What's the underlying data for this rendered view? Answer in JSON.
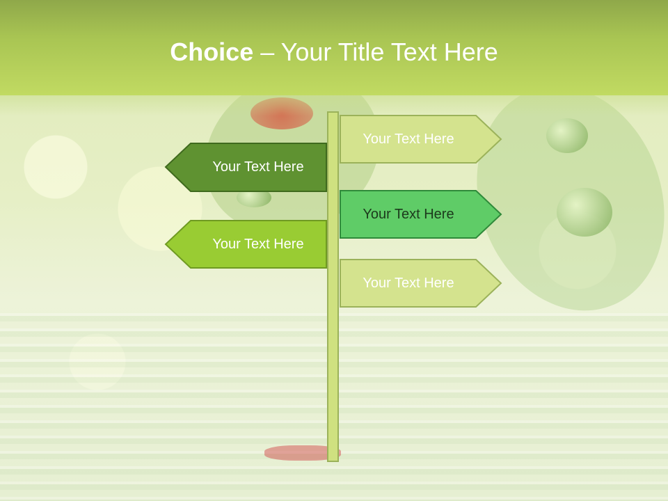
{
  "title": {
    "bold": "Choice",
    "rest": " – Your Title Text Here"
  },
  "signs": [
    {
      "label": "Your Text Here",
      "fill": "#d4e38e",
      "stroke": "#9bb25a",
      "text_color": "#ffffff"
    },
    {
      "label": "Your Text Here",
      "fill": "#5f9231",
      "stroke": "#3f6a1e",
      "text_color": "#ffffff"
    },
    {
      "label": "Your Text Here",
      "fill": "#5fcc67",
      "stroke": "#2f8a3a",
      "text_color": "#1c3a1c"
    },
    {
      "label": "Your Text Here",
      "fill": "#99cc33",
      "stroke": "#6f9a22",
      "text_color": "#ffffff"
    },
    {
      "label": "Your Text Here",
      "fill": "#d4e38e",
      "stroke": "#9bb25a",
      "text_color": "#ffffff"
    }
  ]
}
